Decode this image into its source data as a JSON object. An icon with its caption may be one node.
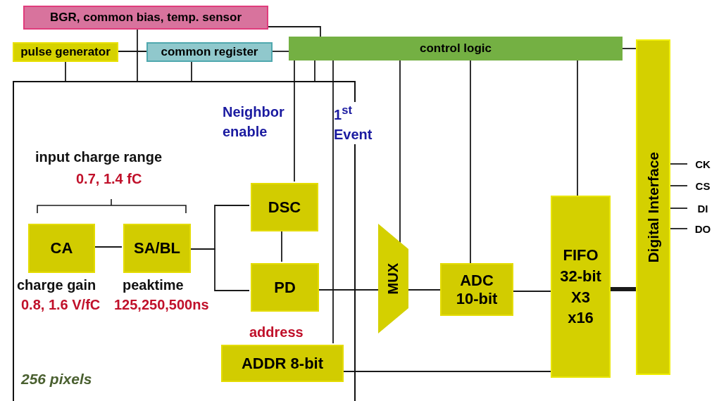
{
  "diagram": {
    "nodes": [
      {
        "text": [
          "BGR, common bias, temp. sensor"
        ]
      },
      {
        "text": [
          "pulse generator"
        ]
      },
      {
        "text": [
          "common register"
        ]
      },
      {
        "text": [
          "control logic"
        ]
      },
      {
        "text": [
          "256 pixels"
        ]
      },
      {
        "text": [
          "CA"
        ],
        "in": 4,
        "beside": [
          "charge gain",
          "0.8, 1.6 V/fC"
        ]
      },
      {
        "text": [
          "SA/BL"
        ],
        "in": 4,
        "beside": [
          "peaktime",
          "125,250,500ns"
        ]
      },
      {
        "text": [
          "DSC"
        ],
        "in": 4
      },
      {
        "text": [
          "PD"
        ],
        "in": 4
      },
      {
        "text": [
          "ADDR 8-bit"
        ],
        "in": 4,
        "beside": [
          "address"
        ]
      },
      {
        "text": [
          "MUX"
        ]
      },
      {
        "text": [
          "ADC 10-bit"
        ]
      },
      {
        "text": [
          "FIFO 32-bit X3 x16"
        ]
      },
      {
        "text": [
          "Digital Interface"
        ]
      },
      {
        "text": [
          "CK"
        ]
      },
      {
        "text": [
          "CS"
        ]
      },
      {
        "text": [
          "DI"
        ]
      },
      {
        "text": [
          "DO"
        ]
      }
    ],
    "edges": [
      {
        "from": 0,
        "to": 4,
        "arrow": "none"
      },
      {
        "from": 0,
        "to": 3,
        "arrow": "none"
      },
      {
        "from": 1,
        "to": 2,
        "arrow": "none"
      },
      {
        "from": 2,
        "to": 3,
        "arrow": "none"
      },
      {
        "from": 1,
        "to": 4,
        "arrow": "none"
      },
      {
        "from": 2,
        "to": 4,
        "arrow": "none"
      },
      {
        "from": 3,
        "to": 7,
        "arrow": "none"
      },
      {
        "from": 3,
        "to": 4,
        "arrow": "none"
      },
      {
        "from": 3,
        "to": 9,
        "arrow": "none"
      },
      {
        "from": 3,
        "to": 10,
        "arrow": "none"
      },
      {
        "from": 3,
        "to": 11,
        "arrow": "none"
      },
      {
        "from": 3,
        "to": 12,
        "arrow": "none"
      },
      {
        "from": 3,
        "to": 13,
        "arrow": "none"
      },
      {
        "from": 5,
        "to": 6,
        "arrow": "none"
      },
      {
        "from": 6,
        "to": 7,
        "arrow": "none"
      },
      {
        "from": 6,
        "to": 8,
        "arrow": "none"
      },
      {
        "from": 7,
        "to": 8,
        "arrow": "none"
      },
      {
        "from": 8,
        "to": 10,
        "arrow": "none"
      },
      {
        "from": 10,
        "to": 11,
        "arrow": "none"
      },
      {
        "from": 11,
        "to": 12,
        "arrow": "none"
      },
      {
        "from": 12,
        "to": 13,
        "arrow": "none",
        "style": "thick"
      },
      {
        "from": 9,
        "to": 12,
        "arrow": "none"
      },
      {
        "from": 13,
        "to": 14,
        "arrow": "none"
      },
      {
        "from": 13,
        "to": 15,
        "arrow": "none"
      },
      {
        "from": 13,
        "to": 16,
        "arrow": "none"
      },
      {
        "from": 13,
        "to": 17,
        "arrow": "none"
      }
    ],
    "labels": [
      "Neighbor enable",
      "1$^{st}$ Event",
      "input charge range",
      "0.7, 1.4 fC"
    ]
  }
}
